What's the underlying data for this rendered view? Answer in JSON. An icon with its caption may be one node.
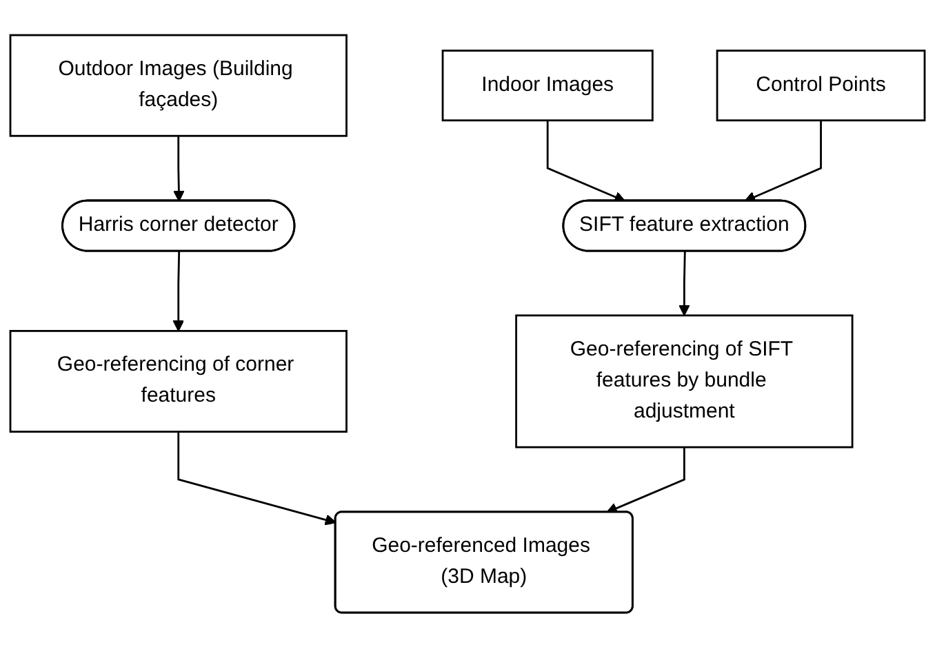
{
  "diagram": {
    "nodes": [
      {
        "text": [
          "Outdoor Images (Building façades)"
        ]
      },
      {
        "text": [
          "Indoor Images"
        ]
      },
      {
        "text": [
          "Control Points"
        ]
      },
      {
        "text": [
          "Harris corner detector"
        ]
      },
      {
        "text": [
          "SIFT feature extraction"
        ]
      },
      {
        "text": [
          "Geo-referencing of corner features"
        ]
      },
      {
        "text": [
          "Geo-referencing of SIFT features by bundle adjustment"
        ]
      },
      {
        "text": [
          "Geo-referenced Images (3D Map)"
        ]
      }
    ],
    "edges": [
      {
        "from": 0,
        "to": 3,
        "arrow": "to"
      },
      {
        "from": 1,
        "to": 4,
        "arrow": "to"
      },
      {
        "from": 2,
        "to": 4,
        "arrow": "to"
      },
      {
        "from": 3,
        "to": 5,
        "arrow": "to"
      },
      {
        "from": 4,
        "to": 6,
        "arrow": "to"
      },
      {
        "from": 5,
        "to": 7,
        "arrow": "to"
      },
      {
        "from": 6,
        "to": 7,
        "arrow": "to"
      }
    ]
  }
}
